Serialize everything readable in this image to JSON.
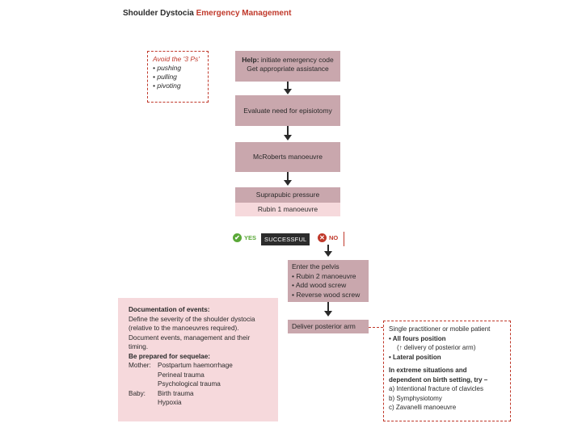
{
  "title": {
    "part1": "Shoulder Dystocia",
    "part2": "Emergency Management"
  },
  "avoid": {
    "heading": "Avoid the '3 Ps'",
    "items": [
      "• pushing",
      "• pulling",
      "• pivoting"
    ]
  },
  "steps": {
    "help_line1_bold": "Help:",
    "help_line1_rest": " initiate emergency code",
    "help_line2": "Get appropriate assistance",
    "episiotomy": "Evaluate need for episiotomy",
    "mcroberts": "McRoberts manoeuvre",
    "suprapubic": "Suprapubic pressure",
    "rubin1": "Rubin 1 manoeuvre"
  },
  "decision": {
    "yes_label": "YES",
    "successful_label": "SUCCESSFUL",
    "no_label": "NO",
    "yes_icon": "check-icon",
    "no_icon": "cross-icon",
    "yes_color": "#5aa838",
    "no_color": "#c0392b"
  },
  "pelvis": {
    "heading": "Enter the pelvis",
    "items": [
      "• Rubin 2 manoeuvre",
      "• Add wood screw",
      "• Reverse wood screw"
    ]
  },
  "posterior": "Deliver posterior arm",
  "documentation": {
    "heading": "Documentation of events:",
    "lines": [
      "Define the severity of the shoulder dystocia",
      "(relative to the manoeuvres required).",
      "Document events, management and their",
      "timing."
    ],
    "sequelae_heading": "Be prepared for sequelae:",
    "mother_label": "Mother:",
    "mother_items": [
      "Postpartum haemorrhage",
      "Perineal trauma",
      "Psychological trauma"
    ],
    "baby_label": "Baby:",
    "baby_items": [
      "Birth trauma",
      "Hypoxia"
    ]
  },
  "single": {
    "heading": "Single practitioner or mobile patient",
    "item1": "• All fours position",
    "item1_sub": "(↑ delivery of posterior arm)",
    "item2": "• Lateral position",
    "extreme1": "In extreme situations and",
    "extreme2": "dependent on birth setting, try –",
    "options": [
      "a) Intentional fracture of clavicles",
      "b) Symphysiotomy",
      "c) Zavanelli manoeuvre"
    ]
  },
  "colors": {
    "box": "#c9a7ad",
    "light": "#f6d9dc",
    "accent": "#c0392b"
  }
}
